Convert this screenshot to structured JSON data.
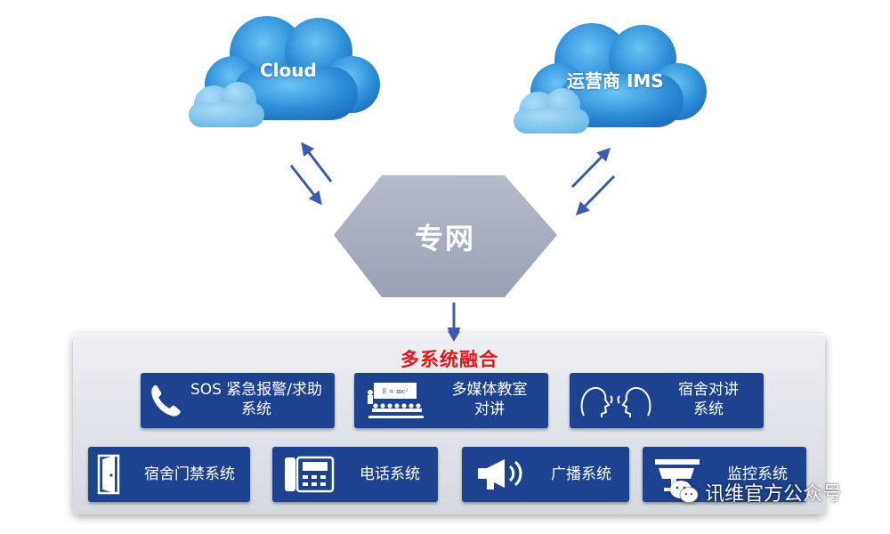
{
  "clouds": {
    "left_label": "Cloud",
    "right_label": "运营商 IMS"
  },
  "hub": {
    "label": "专网"
  },
  "panel": {
    "title": "多系统融合",
    "tiles": [
      {
        "label_line1": "SOS 紧急报警/求助",
        "label_line2": "系统",
        "icon": "phone-icon"
      },
      {
        "label_line1": "多媒体教室",
        "label_line2": "对讲",
        "icon": "classroom-icon"
      },
      {
        "label_line1": "宿舍对讲",
        "label_line2": "系统",
        "icon": "intercom-heads-icon"
      },
      {
        "label": "宿舍门禁系统",
        "icon": "door-icon"
      },
      {
        "label": "电话系统",
        "icon": "desk-phone-icon"
      },
      {
        "label": "广播系统",
        "icon": "megaphone-icon"
      },
      {
        "label": "监控系统",
        "icon": "cctv-camera-icon"
      }
    ]
  },
  "watermark": {
    "text": "讯维官方公众号",
    "icon": "wechat-icon"
  },
  "colors": {
    "tile": "#1d4290",
    "title_red": "#e01818",
    "hexagon": "#a9b0c0",
    "arrow": "#3b5bb3",
    "cloud": "#3fa6e6"
  }
}
